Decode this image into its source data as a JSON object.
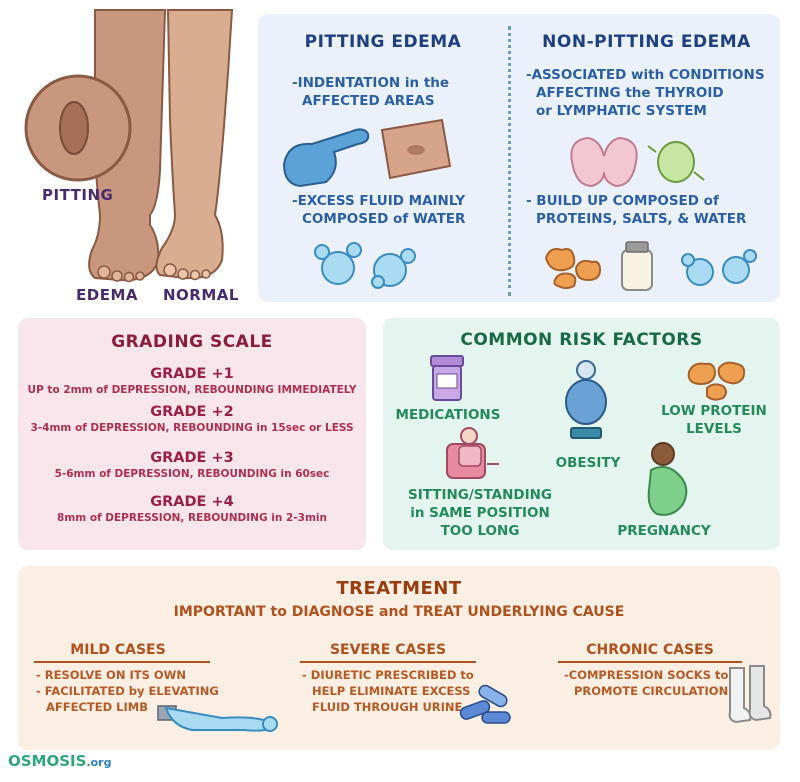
{
  "legs": {
    "pitting_label": "PITTING",
    "edema_label": "EDEMA",
    "normal_label": "NORMAL"
  },
  "pitting": {
    "title": "PITTING EDEMA",
    "point1_line1": "-INDENTATION in the",
    "point1_line2": "AFFECTED AREAS",
    "point2_line1": "-EXCESS FLUID MAINLY",
    "point2_line2": "COMPOSED of WATER"
  },
  "nonpitting": {
    "title": "NON-PITTING EDEMA",
    "point1_line1": "-ASSOCIATED with CONDITIONS",
    "point1_line2": "AFFECTING the THYROID",
    "point1_line3": "or LYMPHATIC SYSTEM",
    "point2_line1": "- BUILD UP COMPOSED of",
    "point2_line2": "PROTEINS, SALTS, & WATER"
  },
  "grading": {
    "title": "GRADING SCALE",
    "grades": [
      {
        "label": "GRADE +1",
        "desc": "UP to 2mm of DEPRESSION, REBOUNDING IMMEDIATELY"
      },
      {
        "label": "GRADE +2",
        "desc": "3-4mm of DEPRESSION, REBOUNDING in 15sec or LESS"
      },
      {
        "label": "GRADE +3",
        "desc": "5-6mm of DEPRESSION, REBOUNDING in 60sec"
      },
      {
        "label": "GRADE +4",
        "desc": "8mm of DEPRESSION, REBOUNDING in 2-3min"
      }
    ]
  },
  "risk": {
    "title": "COMMON RISK FACTORS",
    "medications": "MEDICATIONS",
    "obesity": "OBESITY",
    "low_protein_line1": "LOW PROTEIN",
    "low_protein_line2": "LEVELS",
    "sitting_line1": "SITTING/STANDING",
    "sitting_line2": "in SAME POSITION",
    "sitting_line3": "TOO LONG",
    "pregnancy": "PREGNANCY"
  },
  "treatment": {
    "title": "TREATMENT",
    "subtitle": "IMPORTANT to DIAGNOSE and TREAT UNDERLYING CAUSE",
    "mild": {
      "heading": "MILD CASES",
      "line1": "- RESOLVE ON ITS OWN",
      "line2": "- FACILITATED by ELEVATING",
      "line3": "AFFECTED LIMB"
    },
    "severe": {
      "heading": "SEVERE CASES",
      "line1": "- DIURETIC PRESCRIBED to",
      "line2": "HELP ELIMINATE EXCESS",
      "line3": "FLUID THROUGH URINE"
    },
    "chronic": {
      "heading": "CHRONIC CASES",
      "line1": "-COMPRESSION SOCKS to",
      "line2": "PROMOTE CIRCULATION"
    }
  },
  "logo": {
    "brand": "OSMOSIS",
    "suffix": ".org"
  }
}
